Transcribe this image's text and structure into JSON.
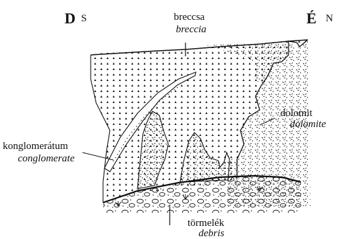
{
  "compass": {
    "left_hu": "D",
    "left_en": "S",
    "right_hu": "É",
    "right_en": "N"
  },
  "labels": {
    "breccia": {
      "hu": "breccsa",
      "en": "breccia"
    },
    "dolomite": {
      "hu": "dolomit",
      "en": "dolomite"
    },
    "conglomerate": {
      "hu": "konglomerátum",
      "en": "conglomerate"
    },
    "debris": {
      "hu": "törmelék",
      "en": "debris"
    }
  },
  "colors": {
    "ink": "#111111",
    "background": "#ffffff"
  }
}
